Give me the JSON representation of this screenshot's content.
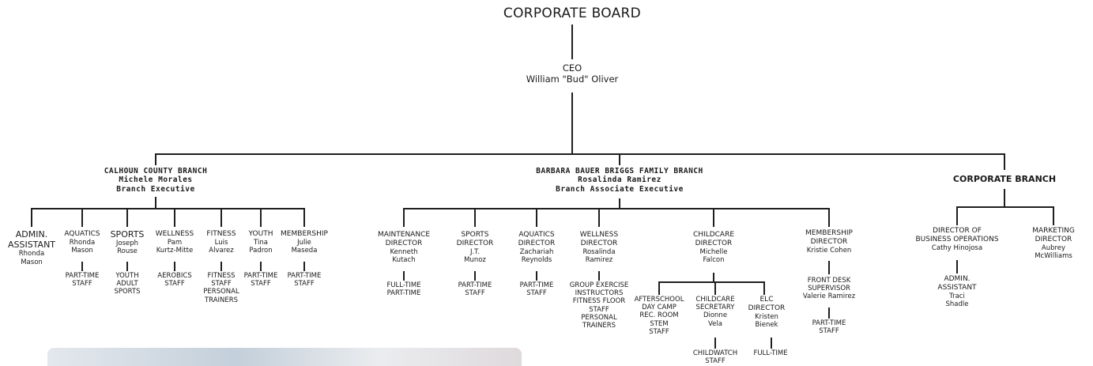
{
  "board": "CORPORATE BOARD",
  "ceo": {
    "title": "CEO",
    "name": "William \"Bud\" Oliver"
  },
  "calhoun": {
    "name": "CALHOUN COUNTY BRANCH",
    "leader": "Michele Morales",
    "role": "Branch Executive",
    "units": [
      {
        "title": "ADMIN.",
        "title2": "ASSISTANT",
        "name1": "Rhonda",
        "name2": "Mason"
      },
      {
        "title": "AQUATICS",
        "name1": "Rhonda",
        "name2": "Mason",
        "staff1": "PART-TIME",
        "staff2": "STAFF"
      },
      {
        "title": "SPORTS",
        "name1": "Joseph",
        "name2": "Rouse",
        "staff1": "YOUTH",
        "staff2": "ADULT",
        "staff3": "SPORTS"
      },
      {
        "title": "WELLNESS",
        "name1": "Pam",
        "name2": "Kurtz-Mitte",
        "staff1": "AEROBICS",
        "staff2": "STAFF"
      },
      {
        "title": "FITNESS",
        "name1": "Luis",
        "name2": "Alvarez",
        "staff1": "FITNESS",
        "staff2": "STAFF",
        "staff3": "PERSONAL",
        "staff4": "TRAINERS"
      },
      {
        "title": "YOUTH",
        "name1": "Tina",
        "name2": "Padron",
        "staff1": "PART-TIME",
        "staff2": "STAFF"
      },
      {
        "title": "MEMBERSHIP",
        "name1": "Julie",
        "name2": "Maseda",
        "staff1": "PART-TIME",
        "staff2": "STAFF"
      }
    ]
  },
  "bbb": {
    "name": "BARBARA BAUER BRIGGS FAMILY BRANCH",
    "leader": "Rosalinda Ramirez",
    "role": "Branch Associate Executive",
    "units": [
      {
        "title1": "MAINTENANCE",
        "title2": "DIRECTOR",
        "name1": "Kenneth",
        "name2": "Kutach",
        "staff1": "FULL-TIME",
        "staff2": "PART-TIME"
      },
      {
        "title1": "SPORTS",
        "title2": "DIRECTOR",
        "name1": "J.T.",
        "name2": "Munoz",
        "staff1": "PART-TIME",
        "staff2": "STAFF"
      },
      {
        "title1": "AQUATICS",
        "title2": "DIRECTOR",
        "name1": "Zachariah",
        "name2": "Reynolds",
        "staff1": "PART-TIME",
        "staff2": "STAFF"
      },
      {
        "title1": "WELLNESS",
        "title2": "DIRECTOR",
        "name1": "Rosalinda",
        "name2": "Ramirez",
        "staff1": "GROUP EXERCISE",
        "staff2": "INSTRUCTORS",
        "staff3": "FITNESS FLOOR",
        "staff4": "STAFF",
        "staff5": "PERSONAL",
        "staff6": "TRAINERS"
      },
      {
        "title1": "CHILDCARE",
        "title2": "DIRECTOR",
        "name1": "Michelle",
        "name2": "Falcon"
      },
      {
        "title1": "MEMBERSHIP",
        "title2": "DIRECTOR",
        "name1": "Kristie Cohen",
        "sub1": "FRONT DESK",
        "sub2": "SUPERVISOR",
        "sub3": "Valerie Ramirez",
        "staff1": "PART-TIME",
        "staff2": "STAFF"
      }
    ],
    "childcare_sub": [
      {
        "l1": "AFTERSCHOOL",
        "l2": "DAY CAMP",
        "l3": "REC. ROOM",
        "l4": "STEM",
        "l5": "STAFF"
      },
      {
        "l1": "CHILDCARE",
        "l2": "SECRETARY",
        "l3": "Dionne",
        "l4": "Vela",
        "l5": "CHILDWATCH",
        "l6": "STAFF"
      },
      {
        "l1": "ELC",
        "l2": "DIRECTOR",
        "l3": "Kristen",
        "l4": "Bienek",
        "l5": "FULL-TIME"
      }
    ]
  },
  "corporate": {
    "name": "CORPORATE BRANCH",
    "bizops": {
      "t1": "DIRECTOR OF",
      "t2": "BUSINESS OPERATIONS",
      "n": "Cathy Hinojosa"
    },
    "admin": {
      "t1": "ADMIN.",
      "t2": "ASSISTANT",
      "n1": "Traci",
      "n2": "Shadle"
    },
    "marketing": {
      "t1": "MARKETING",
      "t2": "DIRECTOR",
      "n1": "Aubrey",
      "n2": "McWilliams"
    }
  }
}
